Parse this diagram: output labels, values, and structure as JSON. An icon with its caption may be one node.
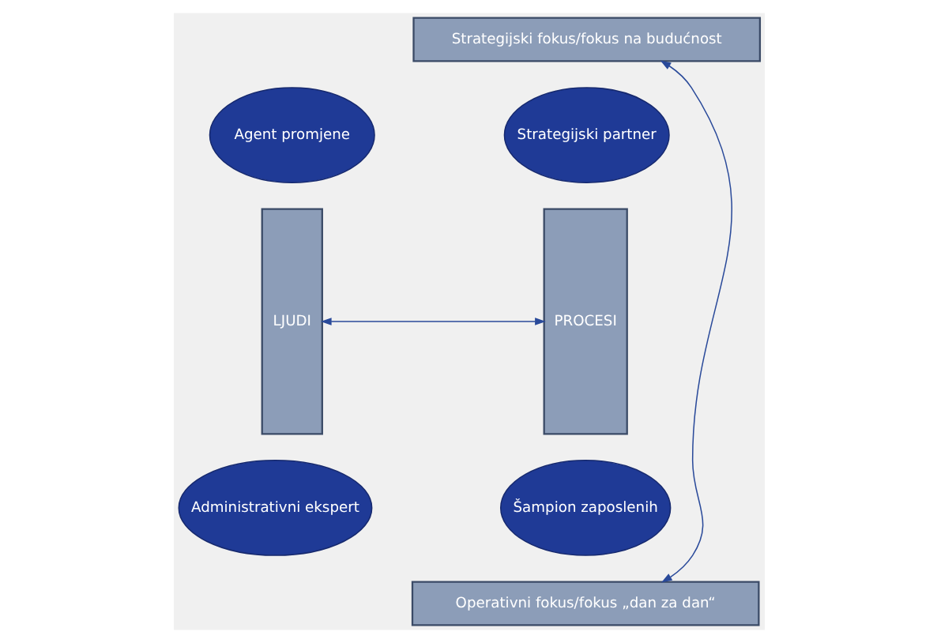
{
  "diagram": {
    "nodes": [
      {
        "text": [
          "Strategijski fokus/fokus na budućnost"
        ]
      },
      {
        "text": [
          "LJUDI"
        ]
      },
      {
        "text": [
          "PROCESI"
        ]
      },
      {
        "text": [
          "Agent promjene"
        ]
      },
      {
        "text": [
          "Strategijski partner"
        ]
      },
      {
        "text": [
          "Administrativni ekspert"
        ]
      },
      {
        "text": [
          "Šampion zaposlenih"
        ]
      },
      {
        "text": [
          "Operativni fokus/fokus „dan za dan“"
        ]
      }
    ],
    "edges": [
      {
        "from": 0,
        "to": 7,
        "arrow": "both"
      },
      {
        "from": 1,
        "to": 2,
        "arrow": "both"
      }
    ]
  }
}
